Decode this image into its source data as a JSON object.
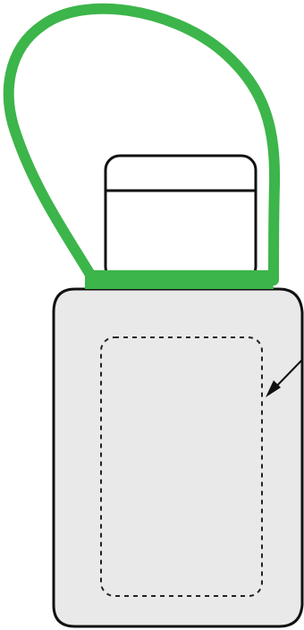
{
  "diagram": {
    "colors": {
      "background": "#ffffff",
      "strap": "#3cb54a",
      "body_fill": "#e9e9e9",
      "outline": "#111111",
      "print_area_border": "#222222",
      "arrow": "#111111",
      "top_fill": "#ffffff"
    },
    "parts": [
      "strap",
      "strap-band",
      "top-cap",
      "bag-body",
      "print-area",
      "pointer-arrow"
    ]
  }
}
